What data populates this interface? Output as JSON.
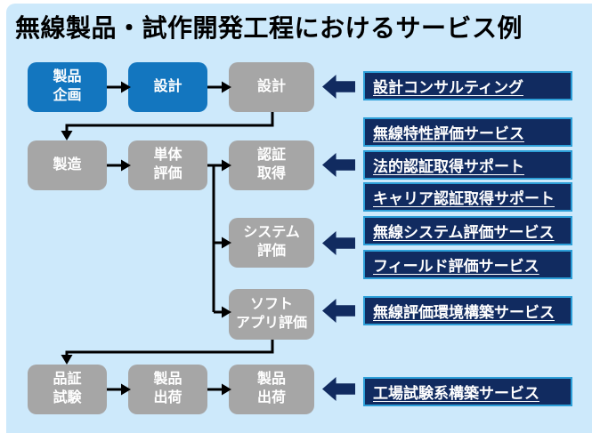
{
  "title": "無線製品・試作開発工程におけるサービス例",
  "colors": {
    "panel_bg": "#CDE9FB",
    "blue_node": "#1376BF",
    "gray_node": "#A6A6A6",
    "navy": "#112B60",
    "service_border": "#2D9FD8",
    "connector": "#000000",
    "title_text": "#000000",
    "node_text": "#FFFFFF"
  },
  "flow": {
    "nodes": [
      {
        "label": "製品\n企画",
        "style": "blue"
      },
      {
        "label": "設計",
        "style": "blue"
      },
      {
        "label": "設計",
        "style": "gray"
      },
      {
        "label": "製造",
        "style": "gray"
      },
      {
        "label": "単体\n評価",
        "style": "gray"
      },
      {
        "label": "認証\n取得",
        "style": "gray"
      },
      {
        "label": "システム\n評価",
        "style": "gray"
      },
      {
        "label": "ソフト\nアプリ評価",
        "style": "gray"
      },
      {
        "label": "品証\n試験",
        "style": "gray"
      },
      {
        "label": "製品\n出荷",
        "style": "gray"
      },
      {
        "label": "製品\n出荷",
        "style": "gray"
      }
    ]
  },
  "services": [
    {
      "label": "設計コンサルティング"
    },
    {
      "label": "無線特性評価サービス"
    },
    {
      "label": "法的認証取得サポート"
    },
    {
      "label": "キャリア認証取得サポート"
    },
    {
      "label": "無線システム評価サービス"
    },
    {
      "label": "フィールド評価サービス"
    },
    {
      "label": "無線評価環境構築サービス"
    },
    {
      "label": "工場試験系構築サービス"
    }
  ],
  "icons": {
    "left_block_arrow": "left-pointing block arrow"
  }
}
